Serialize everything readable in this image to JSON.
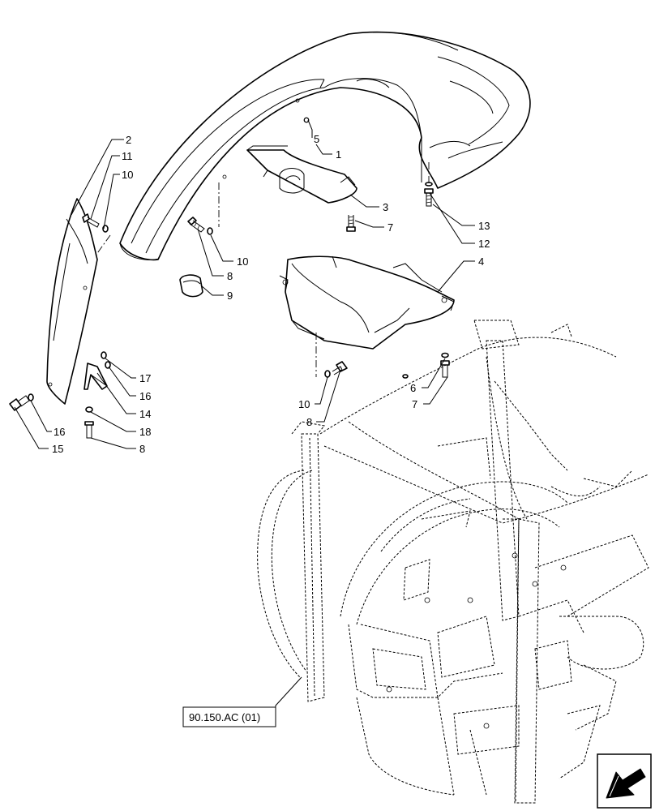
{
  "callouts": {
    "c1": "1",
    "c2": "2",
    "c3": "3",
    "c4": "4",
    "c5": "5",
    "c6": "6",
    "c7a": "7",
    "c7b": "7",
    "c8a": "8",
    "c8b": "8",
    "c8c": "8",
    "c9": "9",
    "c10a": "10",
    "c10b": "10",
    "c10c": "10",
    "c11": "11",
    "c12": "12",
    "c13": "13",
    "c14": "14",
    "c15": "15",
    "c16a": "16",
    "c16b": "16",
    "c17": "17",
    "c18": "18"
  },
  "reference": {
    "label": "90.150.AC (01)"
  },
  "nav": {
    "icon": "direction-arrow-icon"
  }
}
